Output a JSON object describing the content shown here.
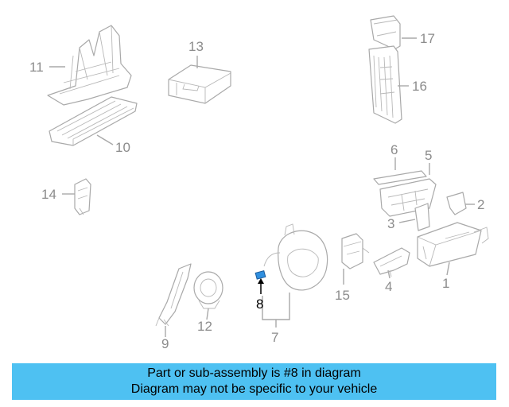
{
  "diagram": {
    "callouts": [
      {
        "id": "1",
        "label": "1"
      },
      {
        "id": "2",
        "label": "2"
      },
      {
        "id": "3",
        "label": "3"
      },
      {
        "id": "4",
        "label": "4"
      },
      {
        "id": "5",
        "label": "5"
      },
      {
        "id": "6",
        "label": "6"
      },
      {
        "id": "7",
        "label": "7"
      },
      {
        "id": "8",
        "label": "8",
        "highlighted": true
      },
      {
        "id": "9",
        "label": "9"
      },
      {
        "id": "10",
        "label": "10"
      },
      {
        "id": "11",
        "label": "11"
      },
      {
        "id": "12",
        "label": "12"
      },
      {
        "id": "13",
        "label": "13"
      },
      {
        "id": "14",
        "label": "14"
      },
      {
        "id": "15",
        "label": "15"
      },
      {
        "id": "16",
        "label": "16"
      },
      {
        "id": "17",
        "label": "17"
      }
    ],
    "highlight_color": "#2f8fdf",
    "line_color": "#a9a9a9"
  },
  "banner": {
    "line1": "Part or sub-assembly is #8 in diagram",
    "line2": "Diagram may not be specific to your vehicle",
    "background": "#4ec1f2"
  }
}
